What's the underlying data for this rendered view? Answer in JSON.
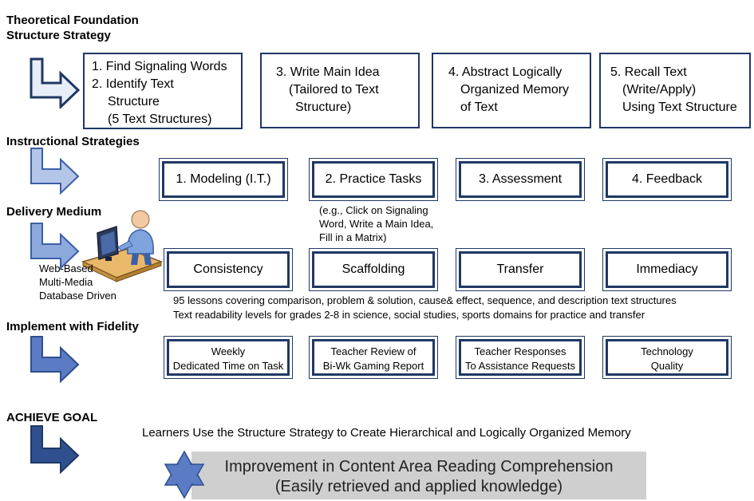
{
  "sections": {
    "theoretical": [
      "Theoretical Foundation",
      "Structure Strategy"
    ],
    "instructional": "Instructional Strategies",
    "delivery": "Delivery Medium",
    "implement": "Implement with Fidelity",
    "goal": "ACHIEVE GOAL"
  },
  "structure_steps": [
    {
      "lines": [
        "1. Find Signaling Words",
        "2.  Identify Text",
        "     Structure",
        "     (5 Text Structures)"
      ]
    },
    {
      "lines": [
        "3. Write Main Idea",
        "   (Tailored to Text",
        "     Structure)"
      ]
    },
    {
      "lines": [
        "4. Abstract Logically",
        "   Organized Memory",
        "   of Text"
      ]
    },
    {
      "lines": [
        "5. Recall Text",
        "   (Write/Apply)",
        "   Using Text Structure"
      ]
    }
  ],
  "instructional_boxes": [
    "1. Modeling (I.T.)",
    "2. Practice Tasks",
    "3. Assessment",
    "4. Feedback"
  ],
  "practice_note": [
    "(e.g., Click on Signaling",
    "Word,  Write a Main Idea,",
    "Fill in a Matrix)"
  ],
  "delivery_labels": [
    "Web-Based",
    "Multi-Media",
    "Database Driven"
  ],
  "delivery_boxes": [
    "Consistency",
    "Scaffolding",
    "Transfer",
    "Immediacy"
  ],
  "delivery_notes": [
    "95 lessons covering comparison, problem & solution, cause& effect, sequence, and description text structures",
    "Text readability levels for grades 2-8 in science, social studies, sports domains for practice and transfer"
  ],
  "fidelity_boxes": [
    [
      "Weekly",
      "Dedicated Time on Task"
    ],
    [
      "Teacher Review of",
      "Bi-Wk Gaming Report"
    ],
    [
      "Teacher Responses",
      "To Assistance Requests"
    ],
    [
      "Technology",
      "Quality"
    ]
  ],
  "goal_statement": "Learners Use the Structure Strategy to Create Hierarchical and Logically Organized Memory",
  "goal_result": [
    "Improvement in Content Area Reading Comprehension",
    "(Easily retrieved and applied knowledge)"
  ],
  "colors": {
    "box_border": "#1f3864",
    "arrow_light": "#e8eef8",
    "arrow_mid": "#b4c6e7",
    "arrow_dark": "#5b7bc4",
    "arrow_darkest": "#2f4f8f",
    "star": "#5b7bc4",
    "goal_bar": "#cfcfcf"
  },
  "icons": {
    "arrows": "bent-arrow-icon",
    "computer_user": "computer-user-icon",
    "star": "star-of-david-icon"
  }
}
